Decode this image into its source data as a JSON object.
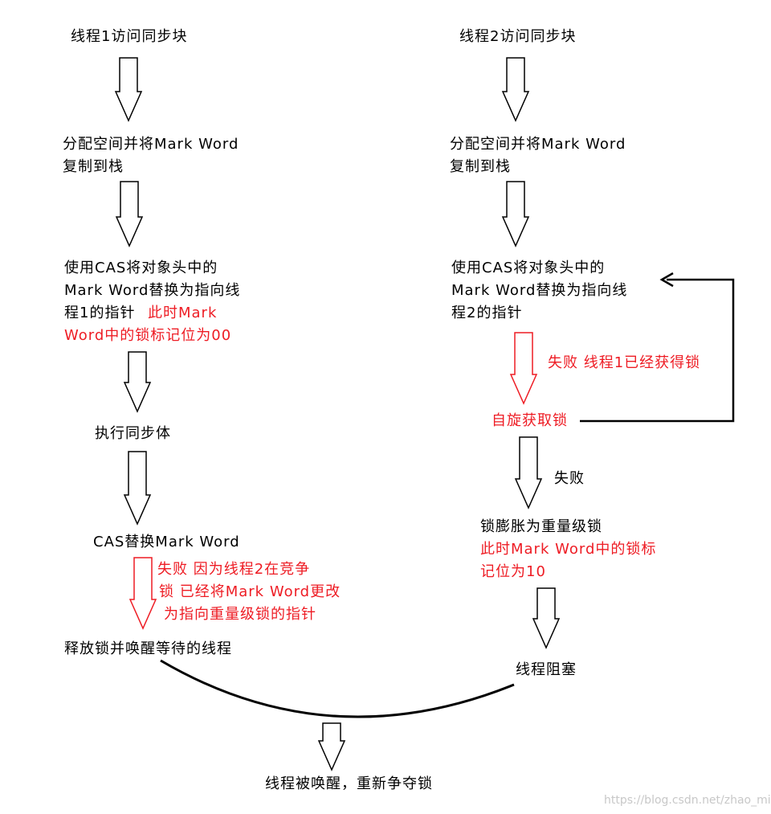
{
  "colors": {
    "text": "#000000",
    "highlight": "#ee1c24",
    "watermark": "#c8c8c8"
  },
  "left": {
    "start": "线程1访问同步块",
    "alloc_line1": "分配空间并将Mark Word",
    "alloc_line2": "复制到栈",
    "cas_line1": "使用CAS将对象头中的",
    "cas_line2": "Mark Word替换为指向线",
    "cas_line3": "程1的指针",
    "cas_note_part": "此时Mark",
    "cas_note_line4": "Word中的锁标记位为00",
    "exec": "执行同步体",
    "cas_replace": "CAS替换Mark Word",
    "fail_line1": "失败 因为线程2在竞争",
    "fail_line2": "锁 已经将Mark Word更改",
    "fail_line3": "为指向重量级锁的指针",
    "release": "释放锁并唤醒等待的线程"
  },
  "right": {
    "start": "线程2访问同步块",
    "alloc_line1": "分配空间并将Mark Word",
    "alloc_line2": "复制到栈",
    "cas_line1": "使用CAS将对象头中的",
    "cas_line2": "Mark Word替换为指向线",
    "cas_line3": "程2的指针",
    "fail_note": "失败 线程1已经获得锁",
    "spin": "自旋获取锁",
    "fail2": "失败",
    "inflate": "锁膨胀为重量级锁",
    "inflate_note1": "此时Mark Word中的锁标",
    "inflate_note2": "记位为10",
    "block": "线程阻塞"
  },
  "bottom": {
    "wake": "线程被唤醒，重新争夺锁"
  },
  "watermark": "https://blog.csdn.net/zhao_miao",
  "icons": {
    "down_arrow": "hollow-down-arrow-icon",
    "loop_arrow": "loop-back-arrow-icon"
  }
}
